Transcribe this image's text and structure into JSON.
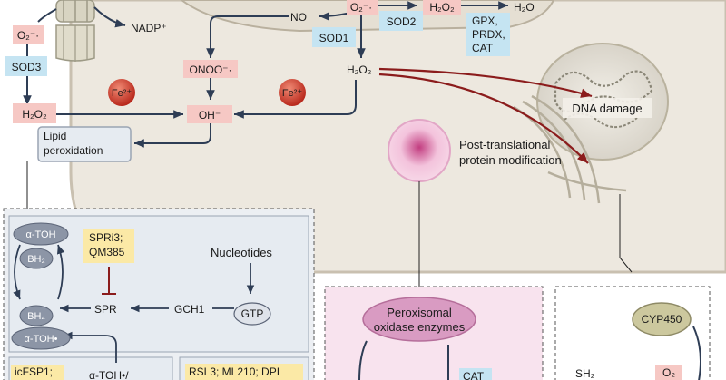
{
  "colors": {
    "cell_fill": "#ede8df",
    "cell_edge": "#c9c0b0",
    "ros_label": "#f6c8c4",
    "enzyme_label": "#c5e4f2",
    "inhibitor_label": "#fbe9a6",
    "arrow": "#2e3d55",
    "ros_arrow": "#8b1c1c",
    "peroxisome_box": "#f8e3ee",
    "lipid_box": "#e6ebf1",
    "oval": "#8c95a6",
    "cyp_oval": "#ccc89e",
    "peroxisome_oval": "#d99bc2"
  },
  "labels": {
    "o2_left": "O₂⁻·",
    "nadp": "NADP⁺",
    "sod3": "SOD3",
    "h2o2_left": "H₂O₂",
    "fe_left": "Fe²⁺",
    "fe_mid": "Fe²⁺",
    "onoo": "ONOO⁻·",
    "oh": "OH⁻",
    "no": "NO",
    "o2_top": "O₂⁻·",
    "sod2": "SOD2",
    "h2o2_top": "H₂O₂",
    "h2o": "H₂O",
    "gpx_group": [
      "GPX,",
      "PRDX,",
      "CAT"
    ],
    "sod1": "SOD1",
    "h2o2_mid": "H₂O₂",
    "dna_damage": "DNA damage",
    "ptm": [
      "Post-translational",
      "protein modification"
    ],
    "lipid_perox": [
      "Lipid",
      "peroxidation"
    ]
  },
  "lipid_panel": {
    "a_toh": "α-TOH",
    "bh2": "BH₂",
    "bh4": "BH₄",
    "a_toh_rad": "α-TOH•",
    "inhibitor": [
      "SPRi3;",
      "QM385"
    ],
    "nucleotides": "Nucleotides",
    "spr": "SPR",
    "gch1": "GCH1",
    "gtp": "GTP",
    "icfsp1": "icFSP1;",
    "a_toh_partial": "α-TOH•/",
    "rsl3": "RSL3; ML210; DPI"
  },
  "peroxisome_panel": {
    "enzymes": [
      "Peroxisomal",
      "oxidase enzymes"
    ],
    "cat": "CAT"
  },
  "right_panel": {
    "cyp450": "CYP450",
    "sh2": "SH₂",
    "o2": "O₂"
  }
}
